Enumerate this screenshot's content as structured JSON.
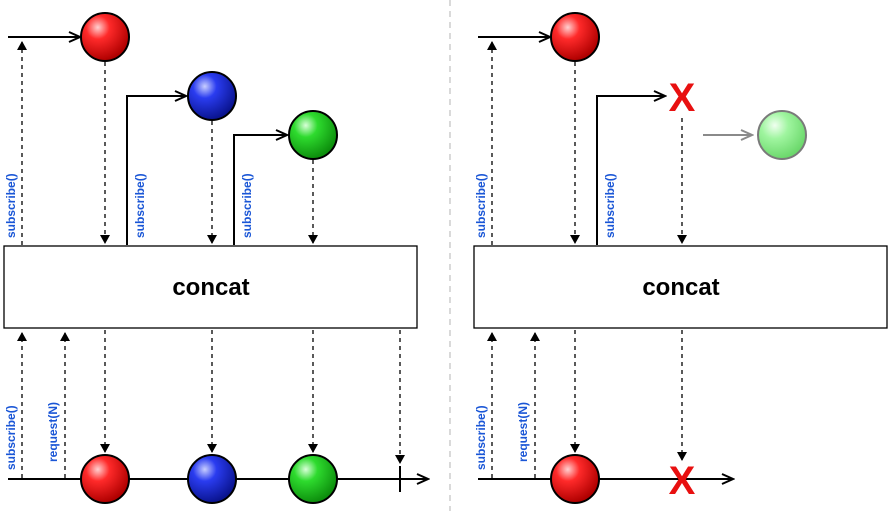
{
  "left_panel": {
    "operator_label": "concat",
    "upstream_labels": [
      "subscribe()",
      "subscribe()",
      "subscribe()"
    ],
    "downstream_labels": [
      "subscribe()",
      "request(N)"
    ]
  },
  "right_panel": {
    "operator_label": "concat",
    "upstream_labels": [
      "subscribe()",
      "subscribe()"
    ],
    "downstream_labels": [
      "subscribe()",
      "request(N)"
    ],
    "error_marks": [
      "X",
      "X"
    ]
  },
  "colors": {
    "red": "#ff2a2a",
    "blue": "#2a3cf0",
    "green": "#2edb2e",
    "green_faded": "#9ff59f",
    "error": "#e81010",
    "label": "#1a56d6"
  },
  "icons": [
    "arrow-right-icon",
    "arrow-down-icon",
    "error-x-icon"
  ]
}
